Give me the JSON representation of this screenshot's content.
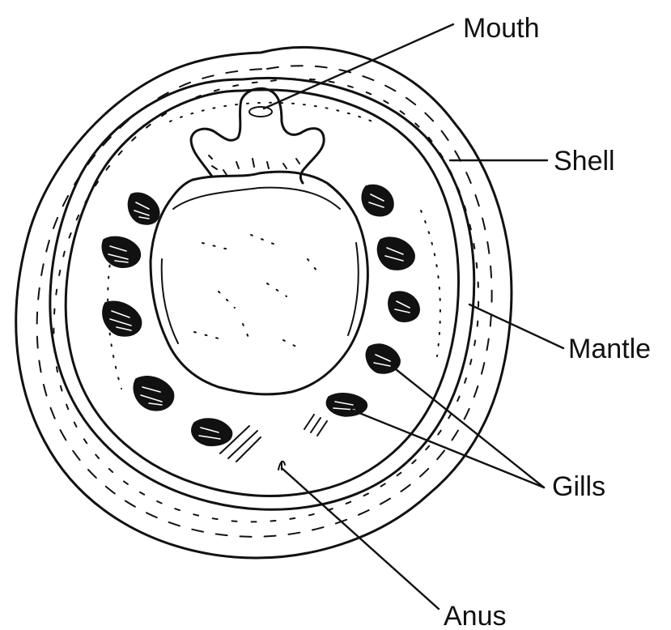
{
  "labels": {
    "mouth": "Mouth",
    "shell": "Shell",
    "mantle": "Mantle",
    "gills": "Gills",
    "anus": "Anus"
  },
  "colors": {
    "ink": "#111111",
    "background": "#ffffff"
  }
}
